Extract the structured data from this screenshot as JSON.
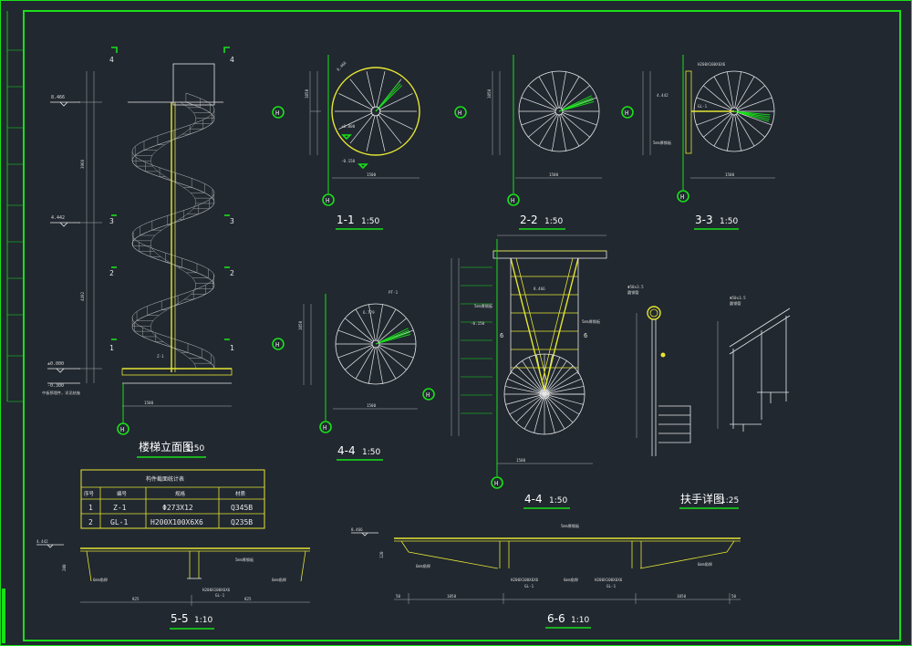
{
  "drawing": {
    "views": {
      "elevation": {
        "title": "楼梯立面图",
        "scale": "1:50"
      },
      "s11": {
        "title": "1-1",
        "scale": "1:50"
      },
      "s22": {
        "title": "2-2",
        "scale": "1:50"
      },
      "s33": {
        "title": "3-3",
        "scale": "1:50"
      },
      "s44a": {
        "title": "4-4",
        "scale": "1:50"
      },
      "s44b": {
        "title": "4-4",
        "scale": "1:50"
      },
      "handrail": {
        "title": "扶手详图",
        "scale": "1:25"
      },
      "s55": {
        "title": "5-5",
        "scale": "1:10"
      },
      "s66": {
        "title": "6-6",
        "scale": "1:10"
      }
    },
    "axis_label": "H",
    "section_marks": [
      "4",
      "3",
      "2",
      "1"
    ],
    "elevation_levels": [
      "8.466",
      "4.442",
      "±0.000",
      "-0.300"
    ],
    "elevation_dims": {
      "width": "1500",
      "upper": "3966",
      "lower": "4492"
    },
    "plan_dims": {
      "width": "1500",
      "half": "1050"
    },
    "plan_levels": {
      "s11_top": "8.466",
      "s11_mid": "±0.000",
      "s11_low": "-0.150",
      "s33": "4.442",
      "s44a": "6.779",
      "s44b_top": "8.466",
      "s44b_mid": "-0.150"
    },
    "notes": {
      "pt": "PT-1",
      "plate": "5mm厚钢板",
      "gl": "GL-1",
      "z": "Z-1",
      "hand_dia": "Φ50x3.5",
      "hand_tube": "圆钢管",
      "foot_note": "中板预埋件，详见结施",
      "steel_plate": "5mm厚钢板",
      "weld": "6mm角焊",
      "beam": "H200X100X6X6"
    },
    "table": {
      "title": "构件截面统计表",
      "headers": [
        "序号",
        "编号",
        "规格",
        "材质"
      ],
      "rows": [
        [
          "1",
          "Z-1",
          "Φ273X12",
          "Q345B"
        ],
        [
          "2",
          "GL-1",
          "H200X100X6X6",
          "Q235B"
        ]
      ]
    },
    "s55_dims": {
      "left": "825",
      "right": "825",
      "level": "4.442",
      "h": "200"
    },
    "s66_dims": {
      "side": "50",
      "level": "8.466",
      "h": "120",
      "left": "1050",
      "right": "1050"
    }
  },
  "colors": {
    "background": "#212830",
    "frame": "#19e019",
    "line": "#e8e8e8",
    "highlight": "#e6e632"
  }
}
